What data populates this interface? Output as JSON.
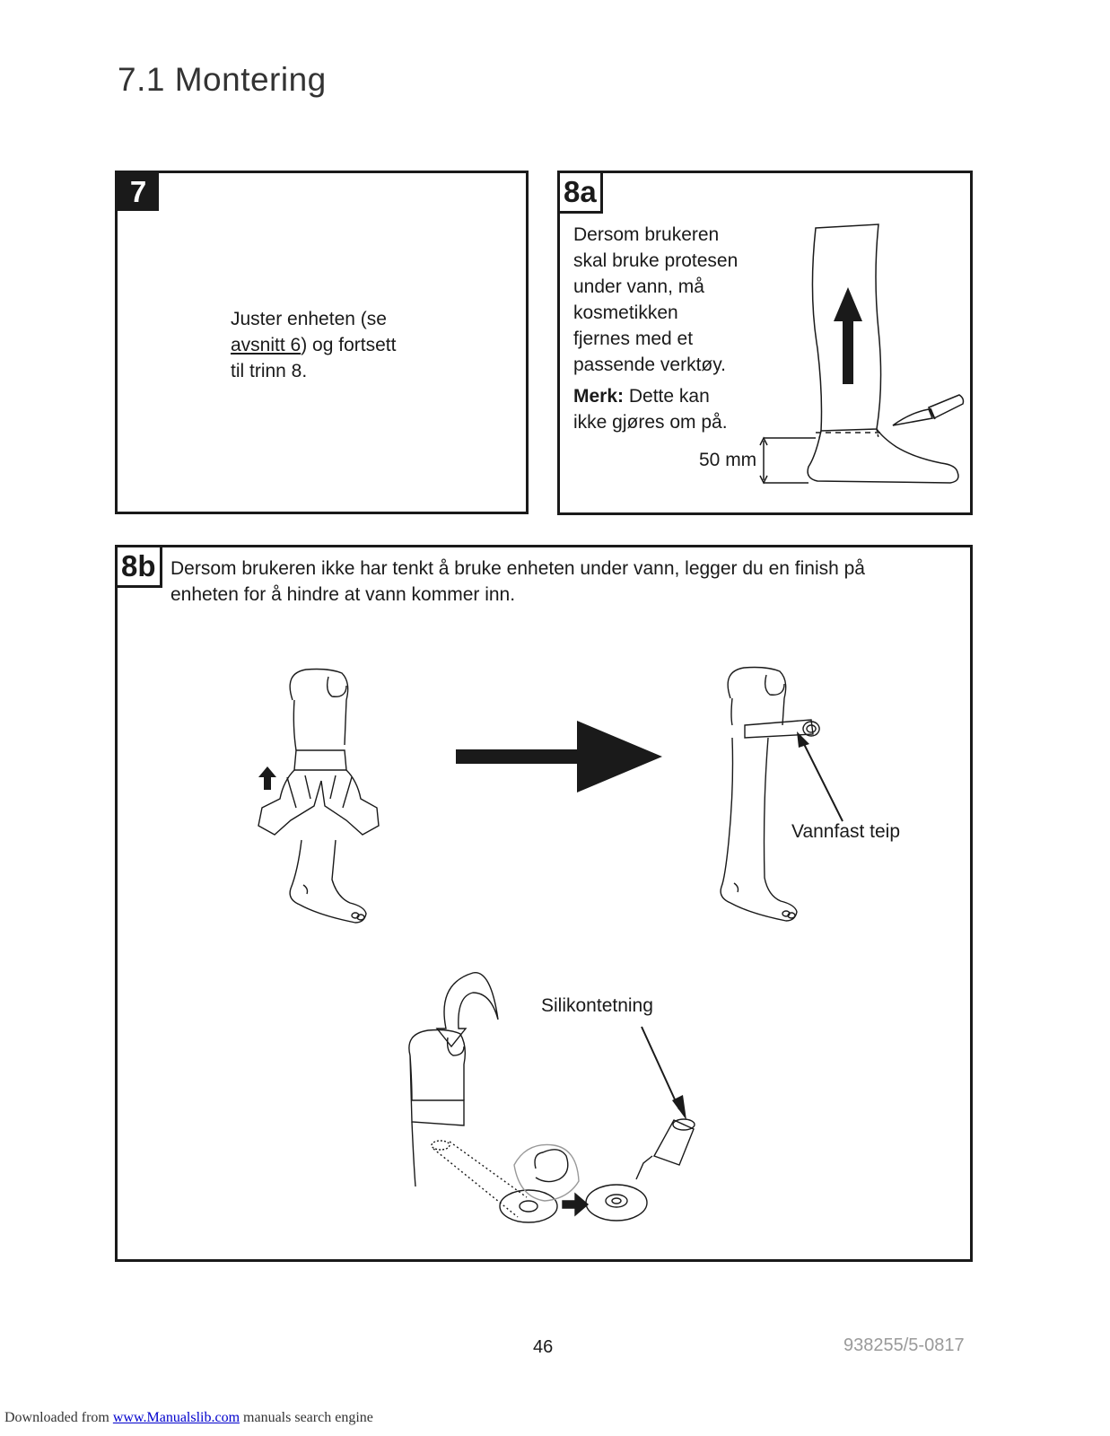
{
  "section": {
    "title": "7.1 Montering"
  },
  "step7": {
    "badge": "7",
    "text_before_link": "Juster enheten (se",
    "link": "avsnitt 6",
    "text_after_link": ") og fortsett",
    "text_line3": "til trinn 8."
  },
  "step8a": {
    "badge": "8a",
    "lines": [
      "Dersom brukeren",
      "skal bruke protesen",
      "under vann, må",
      "kosmetikken",
      "fjernes med et",
      "passende verktøy."
    ],
    "note_label": "Merk:",
    "note_line1": " Dette kan",
    "note_line2": "ikke gjøres om på.",
    "dimension": "50 mm"
  },
  "step8b": {
    "badge": "8b",
    "line1": "Dersom brukeren ikke har tenkt å bruke enheten under vann, legger du en finish på",
    "line2": "enheten for å hindre at vann kommer inn.",
    "tape_label": "Vannfast teip",
    "silicone_label": "Silikontetning"
  },
  "footer": {
    "page_number": "46",
    "doc_id": "938255/5-0817",
    "downloaded_prefix": "Downloaded from ",
    "link": "www.Manualslib.com",
    "suffix": " manuals search engine"
  }
}
